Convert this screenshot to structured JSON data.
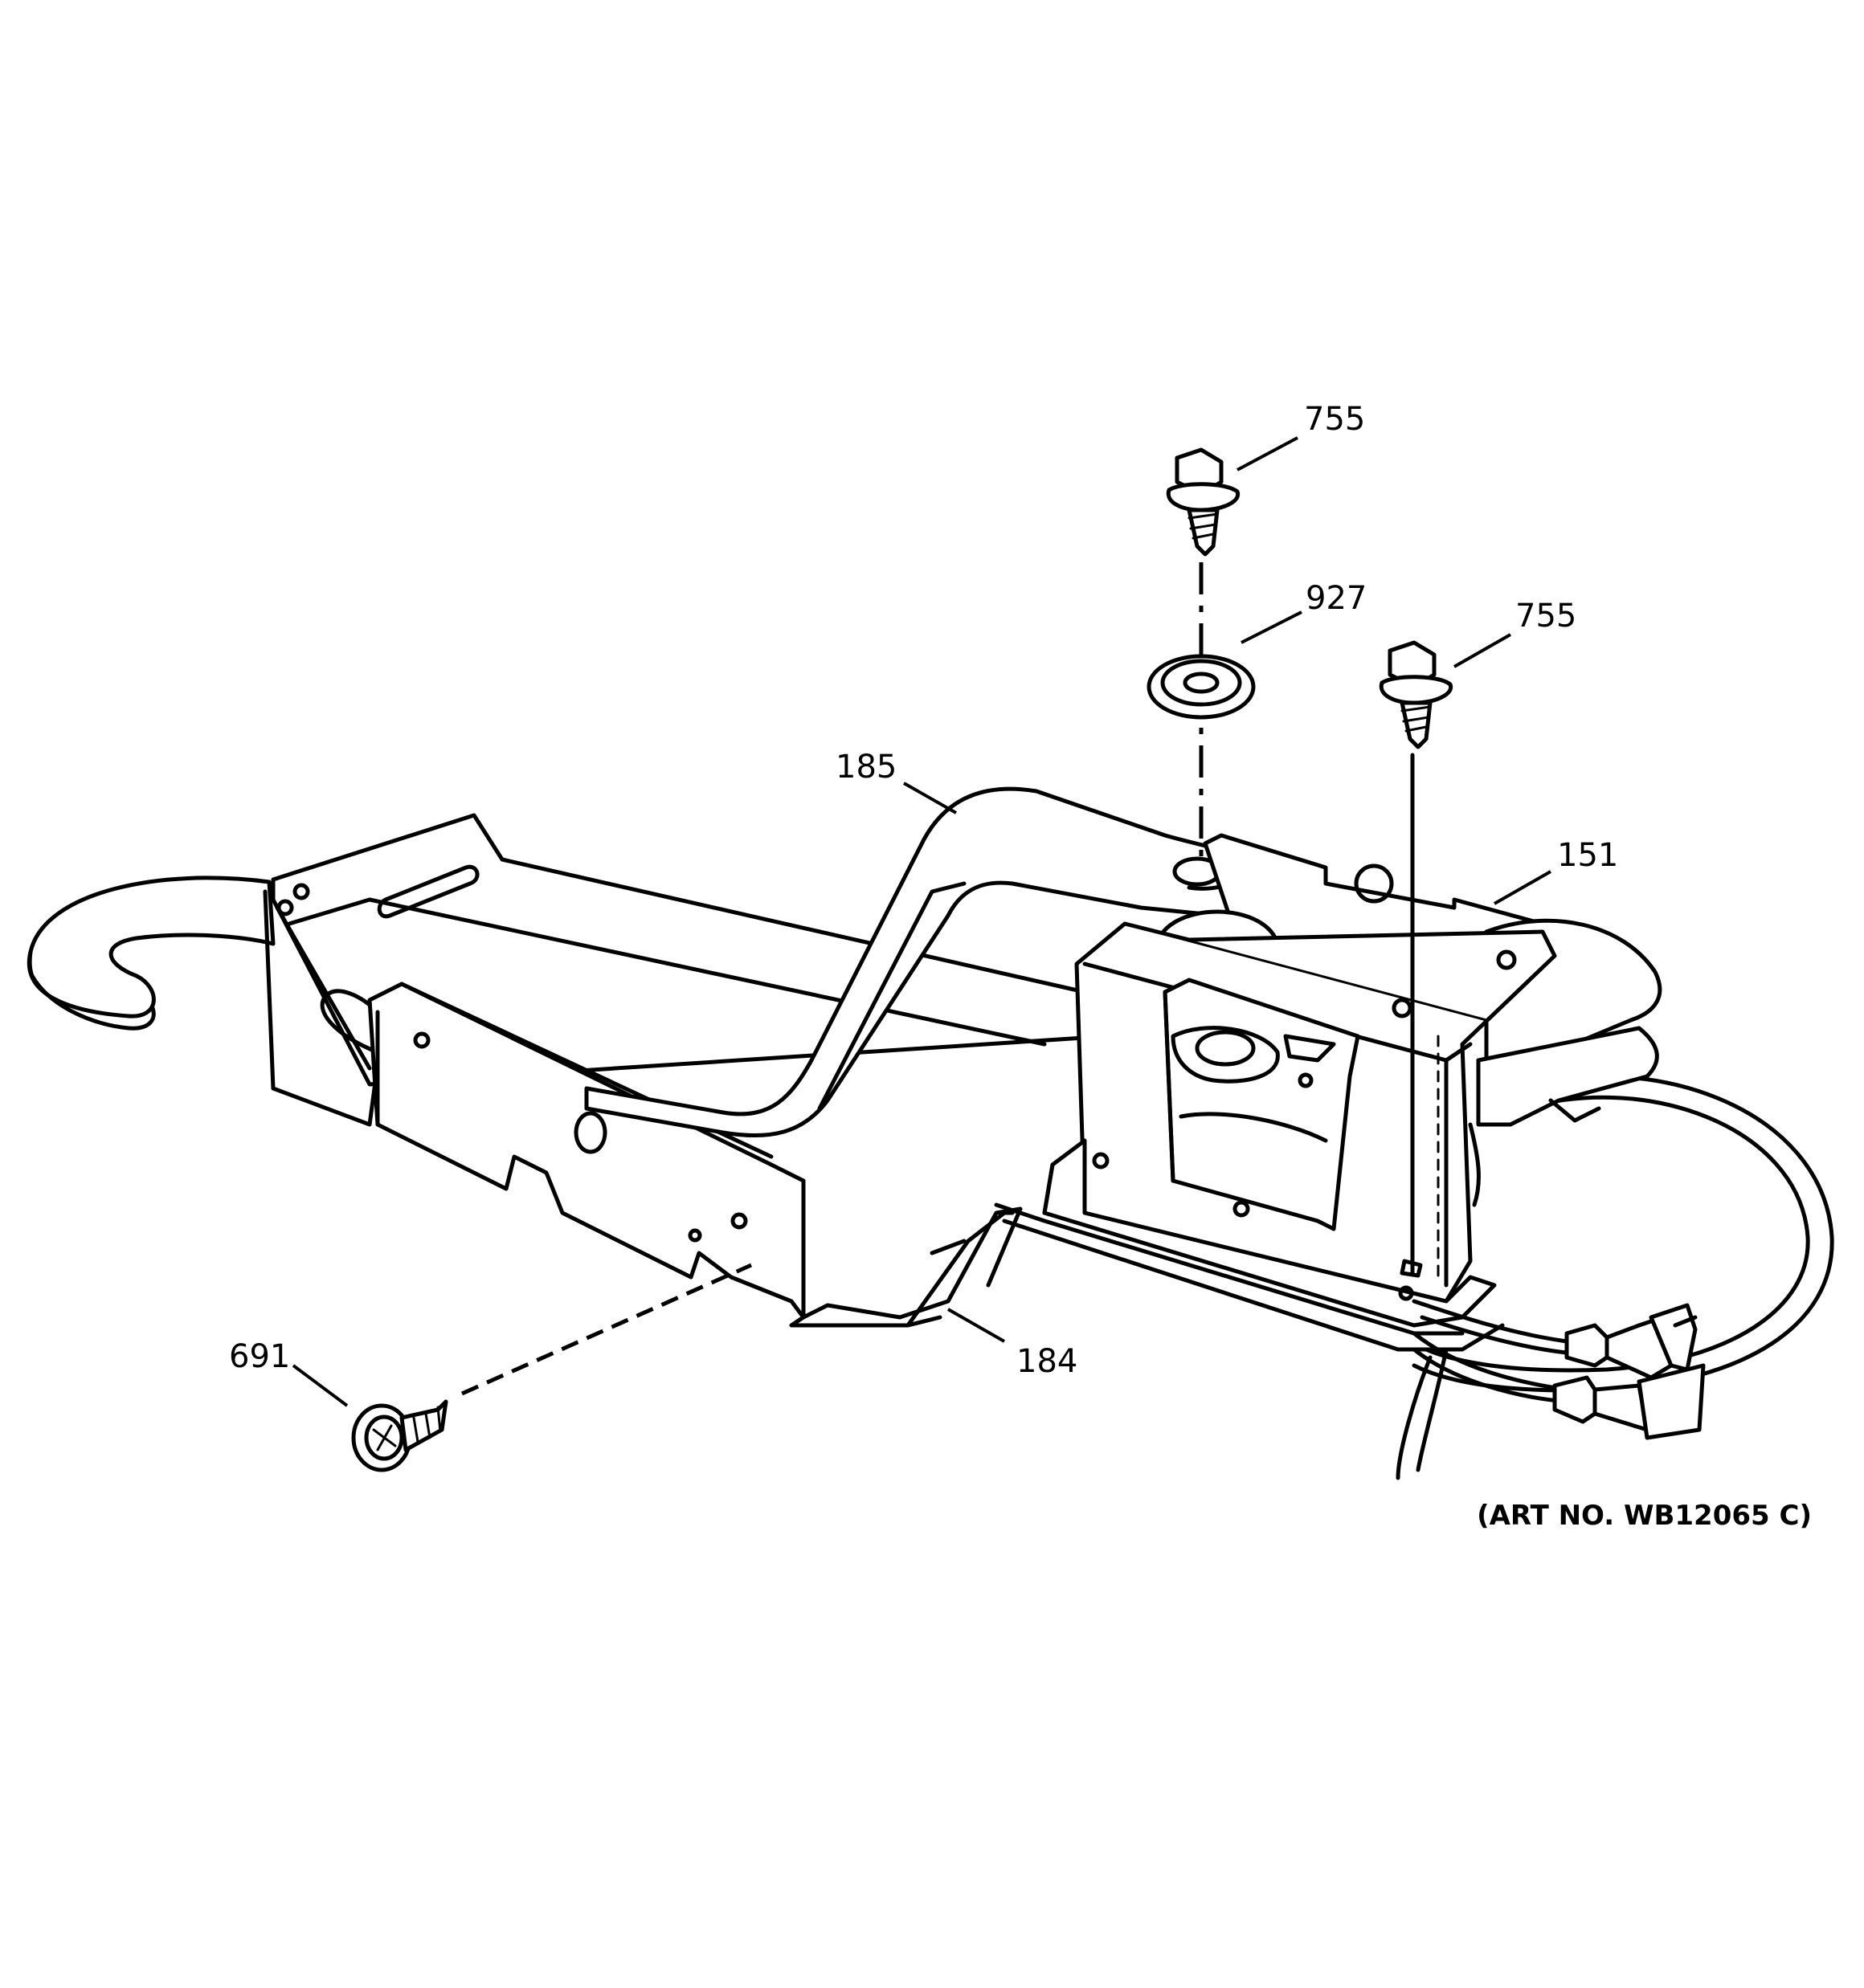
{
  "callouts": {
    "c755a": "755",
    "c927": "927",
    "c755b": "755",
    "c185": "185",
    "c151": "151",
    "c691": "691",
    "c184": "184"
  },
  "art_number": "(ART NO. WB12065 C)"
}
